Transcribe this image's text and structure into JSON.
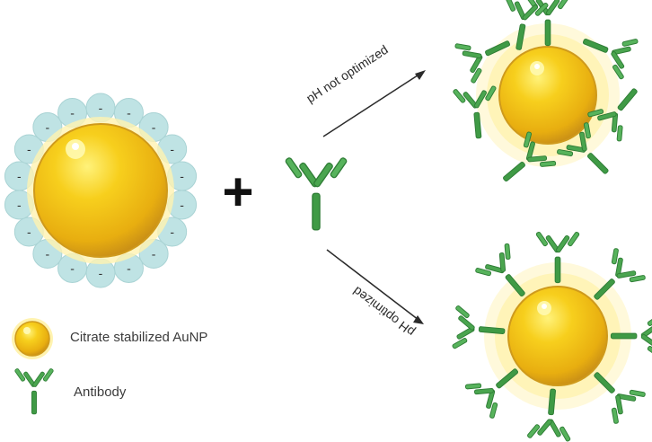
{
  "diagram": {
    "plus_sign": "+",
    "citrate_charge": "-",
    "arrows": {
      "top_label": "pH not optimized",
      "bottom_label": "pH optimized"
    },
    "legend": {
      "nanoparticle_label": "Citrate stabilized AuNP",
      "antibody_label": "Antibody"
    },
    "colors": {
      "gold_light": "#fbe04a",
      "gold": "#f2c20e",
      "gold_dark": "#cf9a1c",
      "glow": "#fff3b0",
      "citrate": "#bfe3e4",
      "citrate_stroke": "#a9d3d4",
      "antibody": "#4aa54f",
      "antibody_dark": "#2f7d36",
      "arrow": "#2b2b2b"
    }
  }
}
